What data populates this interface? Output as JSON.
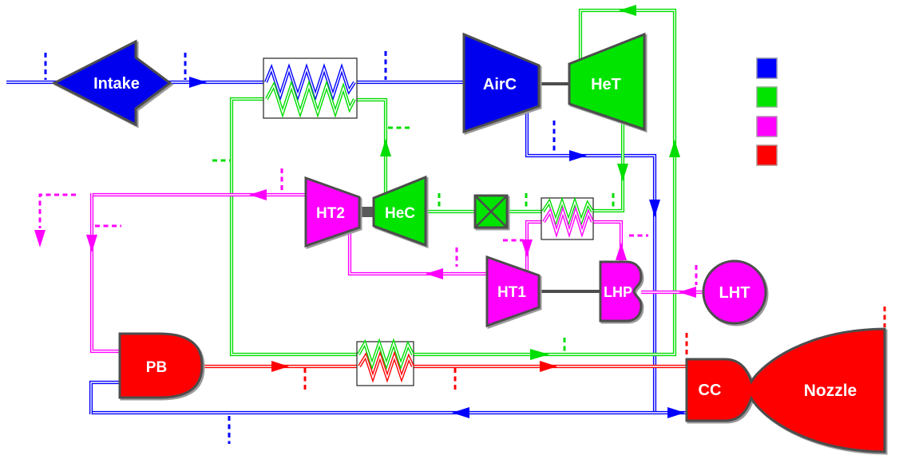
{
  "components": {
    "intake": {
      "label": "Intake"
    },
    "air_compressor": {
      "label": "AirC"
    },
    "helium_turbine": {
      "label": "HeT"
    },
    "hydrogen_turbine_2": {
      "label": "HT2"
    },
    "helium_compressor": {
      "label": "HeC"
    },
    "hydrogen_turbine_1": {
      "label": "HT1"
    },
    "lh_pump": {
      "label": "LHP"
    },
    "lh_tank": {
      "label": "LHT"
    },
    "preburner": {
      "label": "PB"
    },
    "combustion_chamber": {
      "label": "CC"
    },
    "nozzle": {
      "label": "Nozzle"
    }
  },
  "legend": {
    "swatches": [
      "#0000ff",
      "#00e400",
      "#ff00ff",
      "#ff0000"
    ]
  }
}
